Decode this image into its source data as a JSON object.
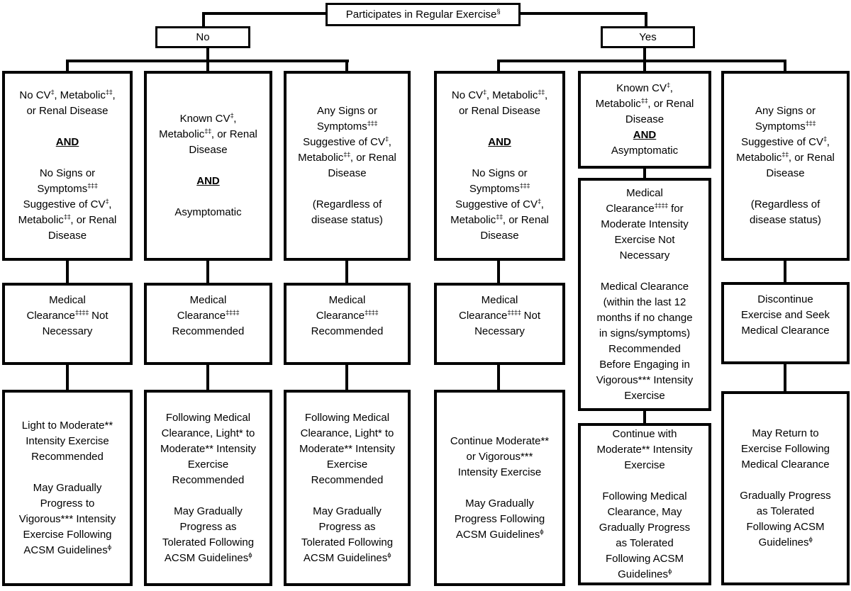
{
  "colors": {
    "line": "#000000",
    "background": "#ffffff",
    "text": "#000000"
  },
  "root": {
    "blocks": [
      {
        "seg": [
          {
            "t": "Participates in Regular Exercise"
          },
          {
            "s": "§"
          }
        ]
      }
    ]
  },
  "branches": [
    {
      "label": "No",
      "columns": [
        {
          "condition": {
            "blocks": [
              {
                "seg": [
                  {
                    "t": "No CV"
                  },
                  {
                    "s": "‡"
                  },
                  {
                    "t": ", Metabolic"
                  },
                  {
                    "s": "‡‡"
                  },
                  {
                    "t": ", or Renal Disease"
                  }
                ]
              },
              {
                "and": true,
                "seg": [
                  {
                    "t": "AND"
                  }
                ]
              },
              {
                "seg": [
                  {
                    "t": "No Signs or Symptoms"
                  },
                  {
                    "s": "‡‡‡"
                  },
                  {
                    "t": " Suggestive of CV"
                  },
                  {
                    "s": "‡"
                  },
                  {
                    "t": ", Metabolic"
                  },
                  {
                    "s": "‡‡"
                  },
                  {
                    "t": ", or Renal Disease"
                  }
                ]
              }
            ]
          },
          "clearance": {
            "blocks": [
              {
                "seg": [
                  {
                    "t": "Medical Clearance"
                  },
                  {
                    "s": "‡‡‡‡"
                  },
                  {
                    "t": " Not Necessary"
                  }
                ]
              }
            ]
          },
          "outcome": {
            "blocks": [
              {
                "seg": [
                  {
                    "t": "Light to Moderate** Intensity Exercise Recommended"
                  }
                ]
              },
              {
                "seg": [
                  {
                    "t": "May Gradually Progress to Vigorous*** Intensity Exercise Following ACSM Guidelines"
                  },
                  {
                    "s": "ϕ"
                  }
                ]
              }
            ]
          }
        },
        {
          "condition": {
            "blocks": [
              {
                "seg": [
                  {
                    "t": "Known CV"
                  },
                  {
                    "s": "‡"
                  },
                  {
                    "t": ", Metabolic"
                  },
                  {
                    "s": "‡‡"
                  },
                  {
                    "t": ", or Renal Disease"
                  }
                ]
              },
              {
                "and": true,
                "seg": [
                  {
                    "t": "AND"
                  }
                ]
              },
              {
                "seg": [
                  {
                    "t": "Asymptomatic"
                  }
                ]
              }
            ]
          },
          "clearance": {
            "blocks": [
              {
                "seg": [
                  {
                    "t": "Medical Clearance"
                  },
                  {
                    "s": "‡‡‡‡"
                  },
                  {
                    "t": " Recommended"
                  }
                ]
              }
            ]
          },
          "outcome": {
            "blocks": [
              {
                "seg": [
                  {
                    "t": "Following Medical Clearance, Light* to Moderate** Intensity Exercise Recommended"
                  }
                ]
              },
              {
                "seg": [
                  {
                    "t": "May Gradually Progress as Tolerated Following ACSM Guidelines"
                  },
                  {
                    "s": "ϕ"
                  }
                ]
              }
            ]
          }
        },
        {
          "condition": {
            "blocks": [
              {
                "seg": [
                  {
                    "t": "Any Signs or Symptoms"
                  },
                  {
                    "s": "‡‡‡"
                  },
                  {
                    "t": " Suggestive of CV"
                  },
                  {
                    "s": "‡"
                  },
                  {
                    "t": ", Metabolic"
                  },
                  {
                    "s": "‡‡"
                  },
                  {
                    "t": ", or Renal Disease"
                  }
                ]
              },
              {
                "seg": [
                  {
                    "t": "(Regardless of disease status)"
                  }
                ]
              }
            ]
          },
          "clearance": {
            "blocks": [
              {
                "seg": [
                  {
                    "t": "Medical Clearance"
                  },
                  {
                    "s": "‡‡‡‡"
                  },
                  {
                    "t": " Recommended"
                  }
                ]
              }
            ]
          },
          "outcome": {
            "blocks": [
              {
                "seg": [
                  {
                    "t": "Following Medical Clearance, Light* to Moderate** Intensity Exercise Recommended"
                  }
                ]
              },
              {
                "seg": [
                  {
                    "t": "May Gradually Progress as Tolerated Following ACSM Guidelines"
                  },
                  {
                    "s": "ϕ"
                  }
                ]
              }
            ]
          }
        }
      ]
    },
    {
      "label": "Yes",
      "columns": [
        {
          "condition": {
            "blocks": [
              {
                "seg": [
                  {
                    "t": "No CV"
                  },
                  {
                    "s": "‡"
                  },
                  {
                    "t": ", Metabolic"
                  },
                  {
                    "s": "‡‡"
                  },
                  {
                    "t": ", or Renal Disease"
                  }
                ]
              },
              {
                "and": true,
                "seg": [
                  {
                    "t": "AND"
                  }
                ]
              },
              {
                "seg": [
                  {
                    "t": "No Signs or Symptoms"
                  },
                  {
                    "s": "‡‡‡"
                  },
                  {
                    "t": " Suggestive of CV"
                  },
                  {
                    "s": "‡"
                  },
                  {
                    "t": ", Metabolic"
                  },
                  {
                    "s": "‡‡"
                  },
                  {
                    "t": ", or Renal Disease"
                  }
                ]
              }
            ]
          },
          "clearance": {
            "blocks": [
              {
                "seg": [
                  {
                    "t": "Medical Clearance"
                  },
                  {
                    "s": "‡‡‡‡"
                  },
                  {
                    "t": " Not Necessary"
                  }
                ]
              }
            ]
          },
          "outcome": {
            "blocks": [
              {
                "seg": [
                  {
                    "t": "Continue Moderate** or Vigorous*** Intensity Exercise"
                  }
                ]
              },
              {
                "seg": [
                  {
                    "t": "May Gradually Progress Following ACSM Guidelines"
                  },
                  {
                    "s": "ϕ"
                  }
                ]
              }
            ]
          }
        },
        {
          "condition": {
            "blocks": [
              {
                "seg": [
                  {
                    "t": "Known CV"
                  },
                  {
                    "s": "‡"
                  },
                  {
                    "t": ", Metabolic"
                  },
                  {
                    "s": "‡‡"
                  },
                  {
                    "t": ", or Renal Disease"
                  }
                ]
              },
              {
                "and": true,
                "seg": [
                  {
                    "t": "AND"
                  }
                ]
              },
              {
                "seg": [
                  {
                    "t": "Asymptomatic"
                  }
                ]
              }
            ]
          },
          "clearance": {
            "blocks": [
              {
                "seg": [
                  {
                    "t": "Medical Clearance"
                  },
                  {
                    "s": "‡‡‡‡"
                  },
                  {
                    "t": " for Moderate Intensity Exercise Not Necessary"
                  }
                ]
              },
              {
                "seg": [
                  {
                    "t": "Medical Clearance (within the last 12 months if no change in signs/symptoms) Recommended Before Engaging in Vigorous*** Intensity Exercise"
                  }
                ]
              }
            ]
          },
          "outcome": {
            "blocks": [
              {
                "seg": [
                  {
                    "t": "Continue with Moderate** Intensity Exercise"
                  }
                ]
              },
              {
                "seg": [
                  {
                    "t": "Following Medical Clearance, May Gradually Progress as Tolerated Following ACSM Guidelines"
                  },
                  {
                    "s": "ϕ"
                  }
                ]
              }
            ]
          }
        },
        {
          "condition": {
            "blocks": [
              {
                "seg": [
                  {
                    "t": "Any Signs or Symptoms"
                  },
                  {
                    "s": "‡‡‡"
                  },
                  {
                    "t": " Suggestive of CV"
                  },
                  {
                    "s": "‡"
                  },
                  {
                    "t": ", Metabolic"
                  },
                  {
                    "s": "‡‡"
                  },
                  {
                    "t": ", or Renal Disease"
                  }
                ]
              },
              {
                "seg": [
                  {
                    "t": "(Regardless of disease status)"
                  }
                ]
              }
            ]
          },
          "clearance": {
            "blocks": [
              {
                "seg": [
                  {
                    "t": "Discontinue Exercise and Seek Medical Clearance"
                  }
                ]
              }
            ]
          },
          "outcome": {
            "blocks": [
              {
                "seg": [
                  {
                    "t": "May Return to Exercise Following Medical Clearance"
                  }
                ]
              },
              {
                "seg": [
                  {
                    "t": "Gradually Progress as Tolerated Following ACSM Guidelines"
                  },
                  {
                    "s": "ϕ"
                  }
                ]
              }
            ]
          }
        }
      ]
    }
  ]
}
